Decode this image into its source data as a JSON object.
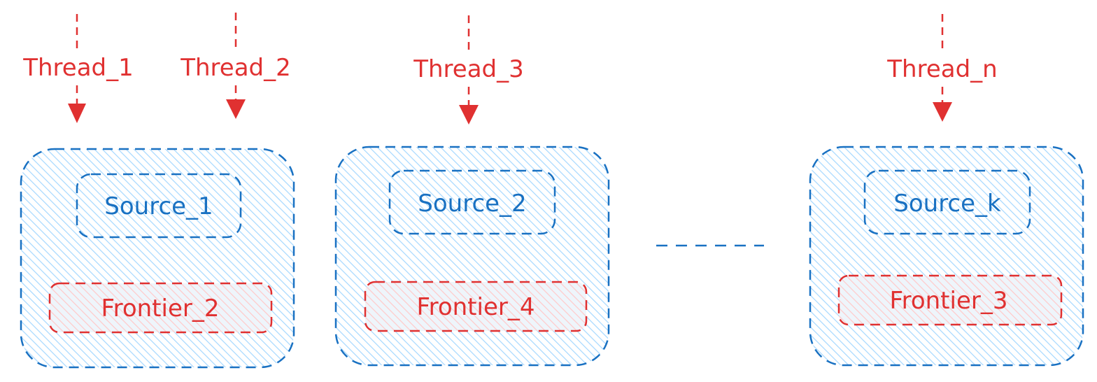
{
  "colors": {
    "thread": "#e03131",
    "container_stroke": "#1971c2",
    "container_fill": "#a5d8ff",
    "source_stroke": "#1971c2",
    "frontier_stroke": "#e03131",
    "frontier_fill": "#ffc9c9",
    "ellipsis": "#1971c2"
  },
  "threads": [
    {
      "label": "Thread_1"
    },
    {
      "label": "Thread_2"
    },
    {
      "label": "Thread_3"
    },
    {
      "label": "Thread_n"
    }
  ],
  "groups": [
    {
      "source": "Source_1",
      "frontier": "Frontier_2"
    },
    {
      "source": "Source_2",
      "frontier": "Frontier_4"
    },
    {
      "source": "Source_k",
      "frontier": "Frontier_3"
    }
  ]
}
